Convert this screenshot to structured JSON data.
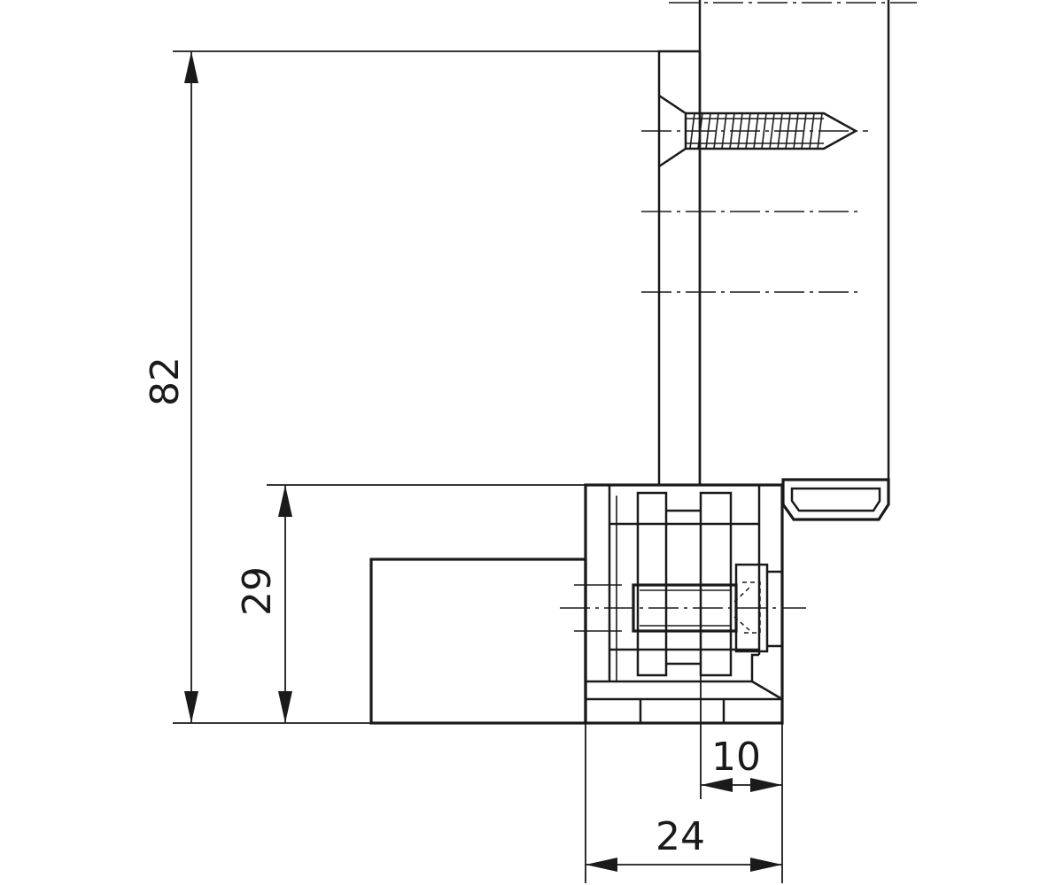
{
  "drawing": {
    "dimensions": {
      "overall_height": "82",
      "body_height": "29",
      "pin_offset": "10",
      "body_width": "24"
    }
  }
}
